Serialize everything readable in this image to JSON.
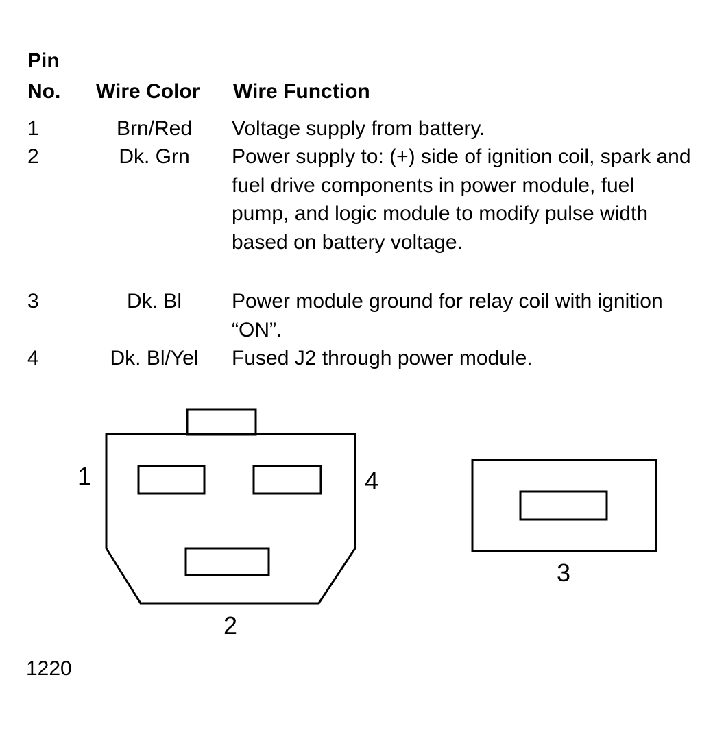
{
  "table": {
    "headers": {
      "pin_line1": "Pin",
      "pin_line2": "No.",
      "wire_color": "Wire Color",
      "wire_function": "Wire Function"
    },
    "rows": [
      {
        "pin": "1",
        "color": "Brn/Red",
        "function": "Voltage supply from battery."
      },
      {
        "pin": "2",
        "color": "Dk. Grn",
        "function": "Power supply to: (+) side of ignition coil, spark and fuel drive components in power module, fuel pump, and logic module to modify pulse width based on battery voltage."
      },
      {
        "pin": "3",
        "color": "Dk. Bl",
        "function": "Power module ground for relay coil with ignition “ON”."
      },
      {
        "pin": "4",
        "color": "Dk. Bl/Yel",
        "function": "Fused J2 through power module."
      }
    ]
  },
  "diagram": {
    "connector_a": {
      "pin_labels": [
        "1",
        "4",
        "2"
      ]
    },
    "connector_b": {
      "pin_labels": [
        "3"
      ]
    }
  },
  "figure_number": "1220"
}
